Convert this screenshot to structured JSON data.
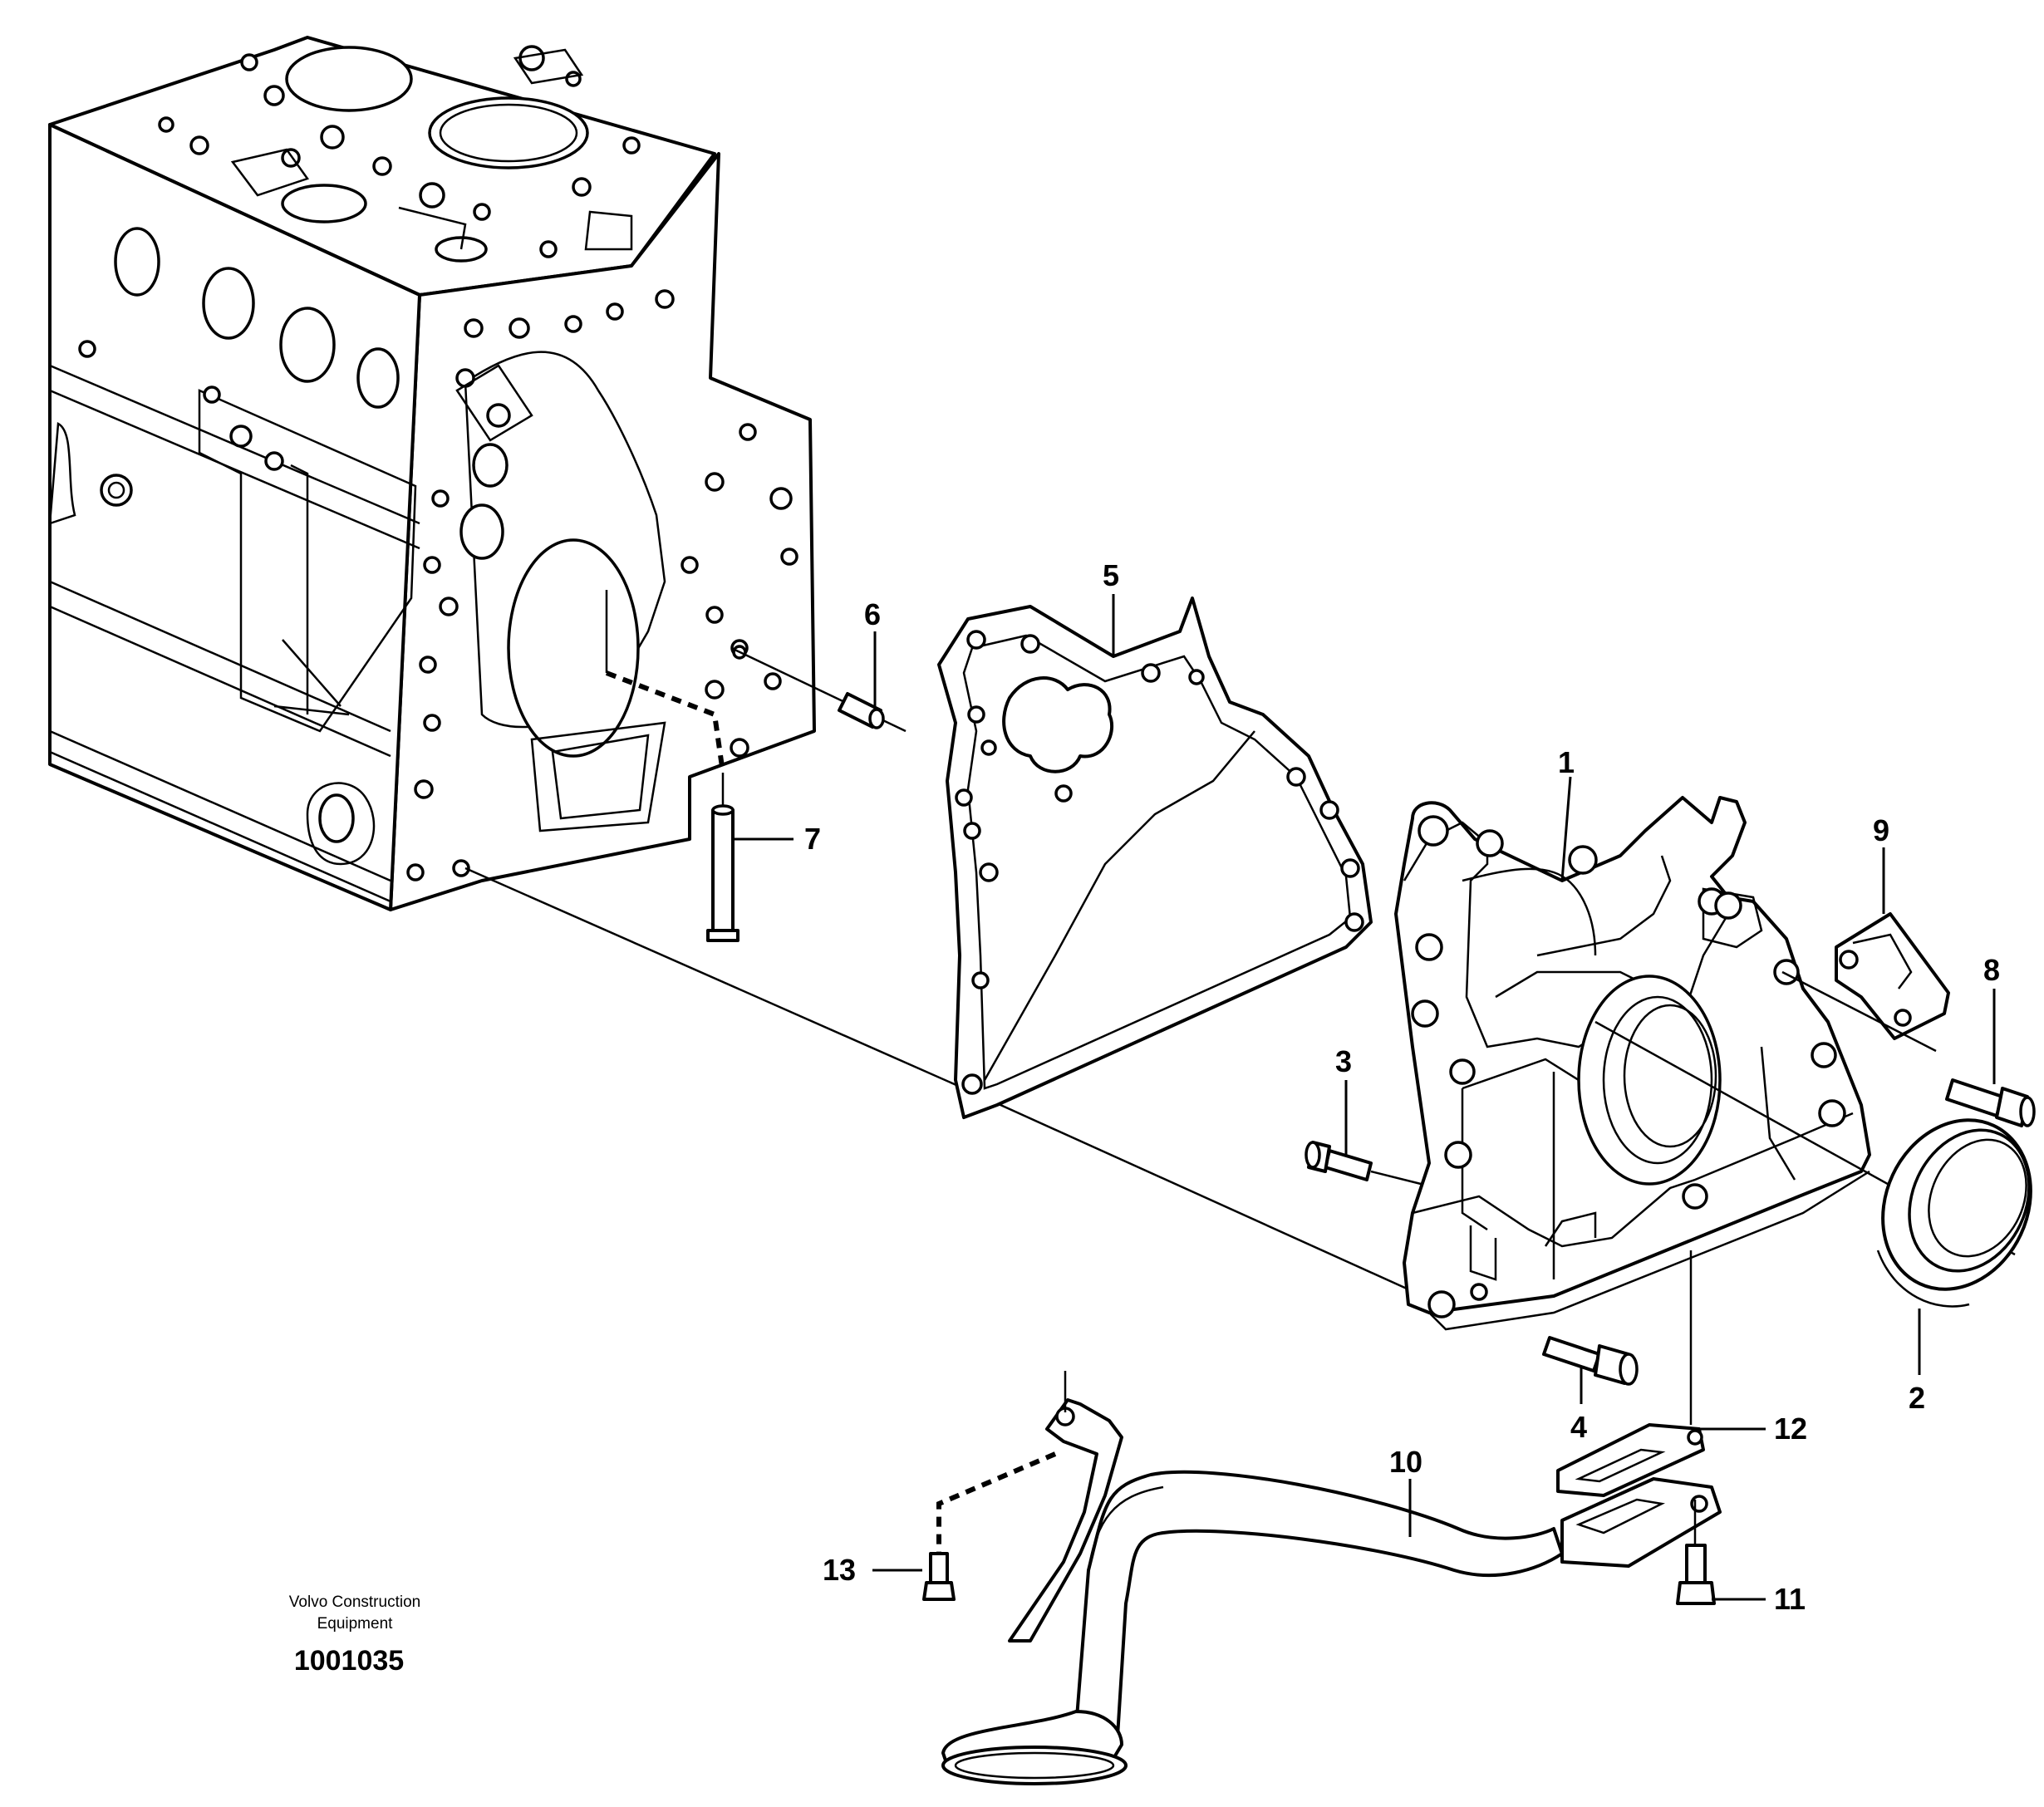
{
  "caption": {
    "line1": "Volvo Construction",
    "line2": "Equipment",
    "document_number": "1001035"
  },
  "callouts": [
    {
      "id": "1",
      "label": "1"
    },
    {
      "id": "2",
      "label": "2"
    },
    {
      "id": "3",
      "label": "3"
    },
    {
      "id": "4",
      "label": "4"
    },
    {
      "id": "5",
      "label": "5"
    },
    {
      "id": "6",
      "label": "6"
    },
    {
      "id": "7",
      "label": "7"
    },
    {
      "id": "8",
      "label": "8"
    },
    {
      "id": "9",
      "label": "9"
    },
    {
      "id": "10",
      "label": "10"
    },
    {
      "id": "11",
      "label": "11"
    },
    {
      "id": "12",
      "label": "12"
    },
    {
      "id": "13",
      "label": "13"
    }
  ]
}
